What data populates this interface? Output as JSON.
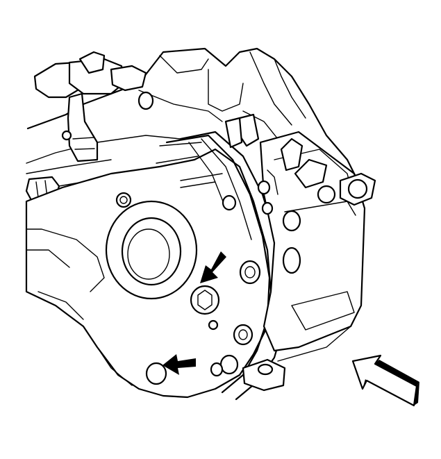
{
  "figure": {
    "subject": "",
    "colors": {
      "ink": "#000000",
      "paper": "#ffffff"
    }
  },
  "callouts": [
    {
      "name": "bolt-pointer-arrow",
      "icon": "solid-arrow-icon"
    },
    {
      "name": "lower-bolt-pointer-arrow",
      "icon": "solid-arrow-icon"
    },
    {
      "name": "view-direction-arrow",
      "icon": "outline-arrow-icon"
    }
  ]
}
